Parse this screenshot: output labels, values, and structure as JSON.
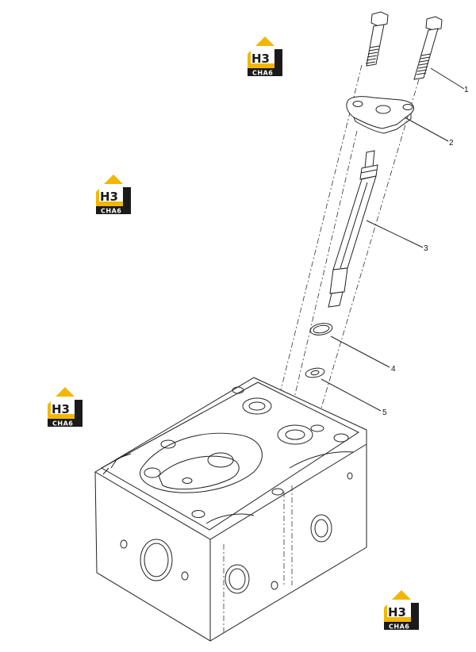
{
  "diagram": {
    "callouts": [
      {
        "id": "1",
        "label": "1"
      },
      {
        "id": "2",
        "label": "2"
      },
      {
        "id": "3",
        "label": "3"
      },
      {
        "id": "4",
        "label": "4"
      },
      {
        "id": "5",
        "label": "5"
      }
    ],
    "watermark": {
      "top_text": "H3",
      "bottom_text": "CHA6",
      "colors": {
        "house": "#f2b705",
        "bar": "#1a1a1a"
      }
    }
  }
}
